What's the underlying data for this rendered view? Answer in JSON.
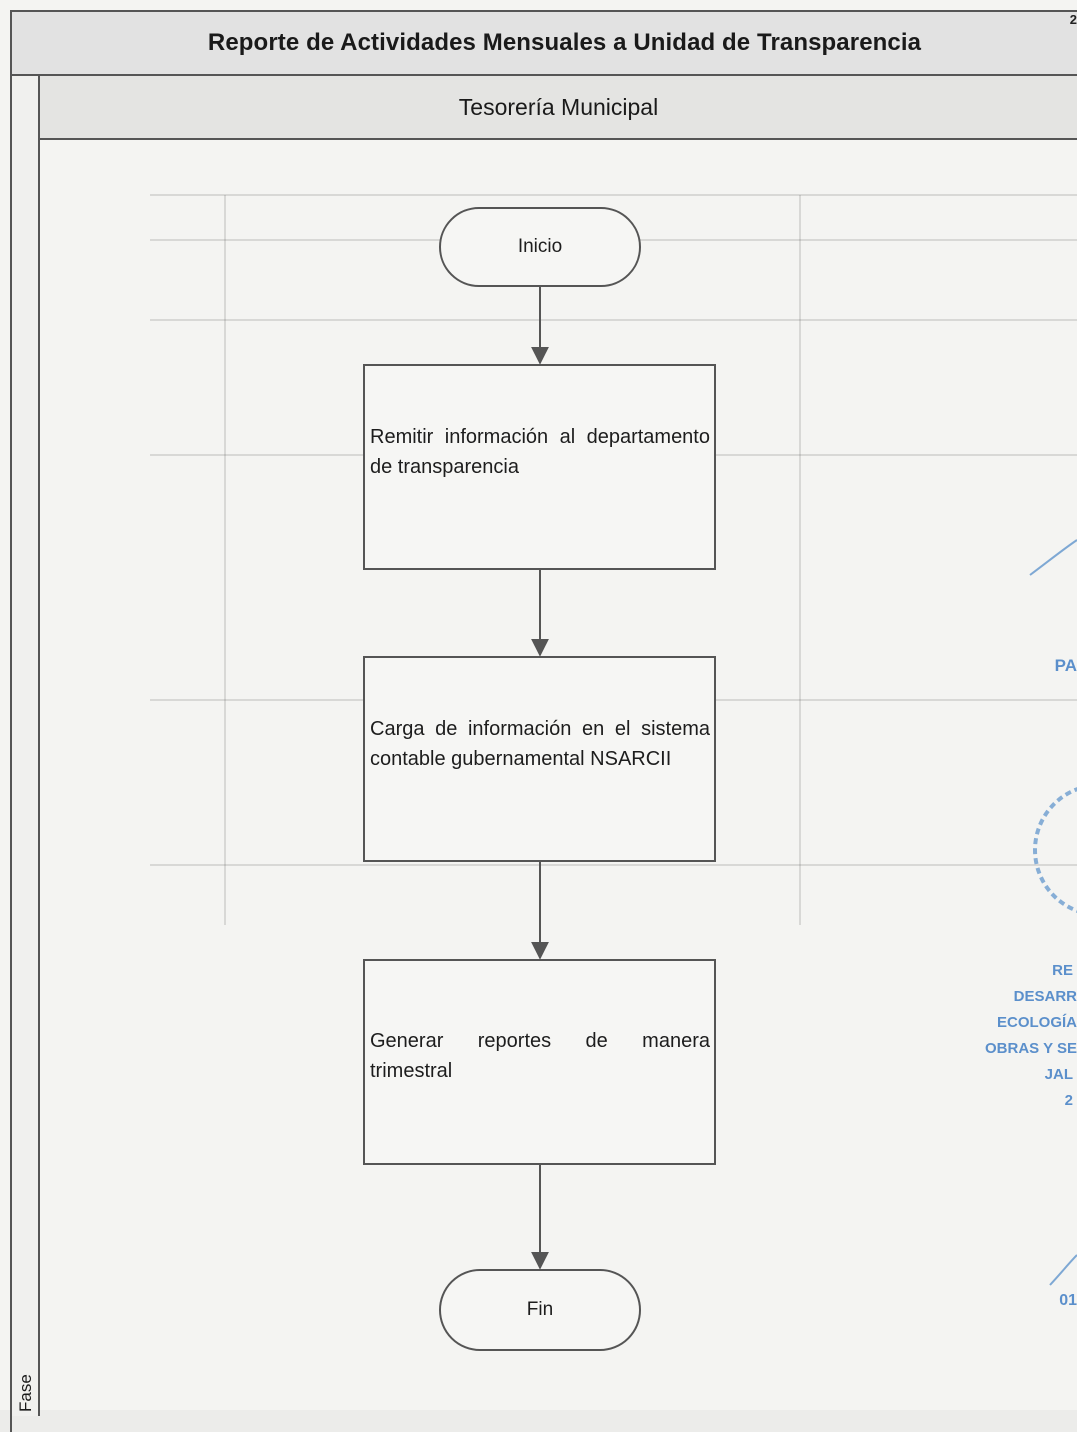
{
  "diagram": {
    "title": "Reporte de Actividades Mensuales a Unidad de Transparencia",
    "corner_mark": "2",
    "lane": "Tesorería Municipal",
    "phase_label": "Fase",
    "nodes": {
      "start": "Inicio",
      "step1": "Remitir información al departamento de transparencia",
      "step2": "Carga de información en el sistema contable gubernamental NSARCII",
      "step3": "Generar reportes de manera trimestral",
      "end": "Fin"
    }
  },
  "stamp_fragments": [
    "RE",
    "DESARR",
    "ECOLOGÍA",
    "OBRAS Y SE",
    "JAL",
    "2",
    "PA",
    "01"
  ],
  "colors": {
    "line": "#555555",
    "box_fill": "#f6f6f4",
    "stamp": "#2e74c0"
  }
}
